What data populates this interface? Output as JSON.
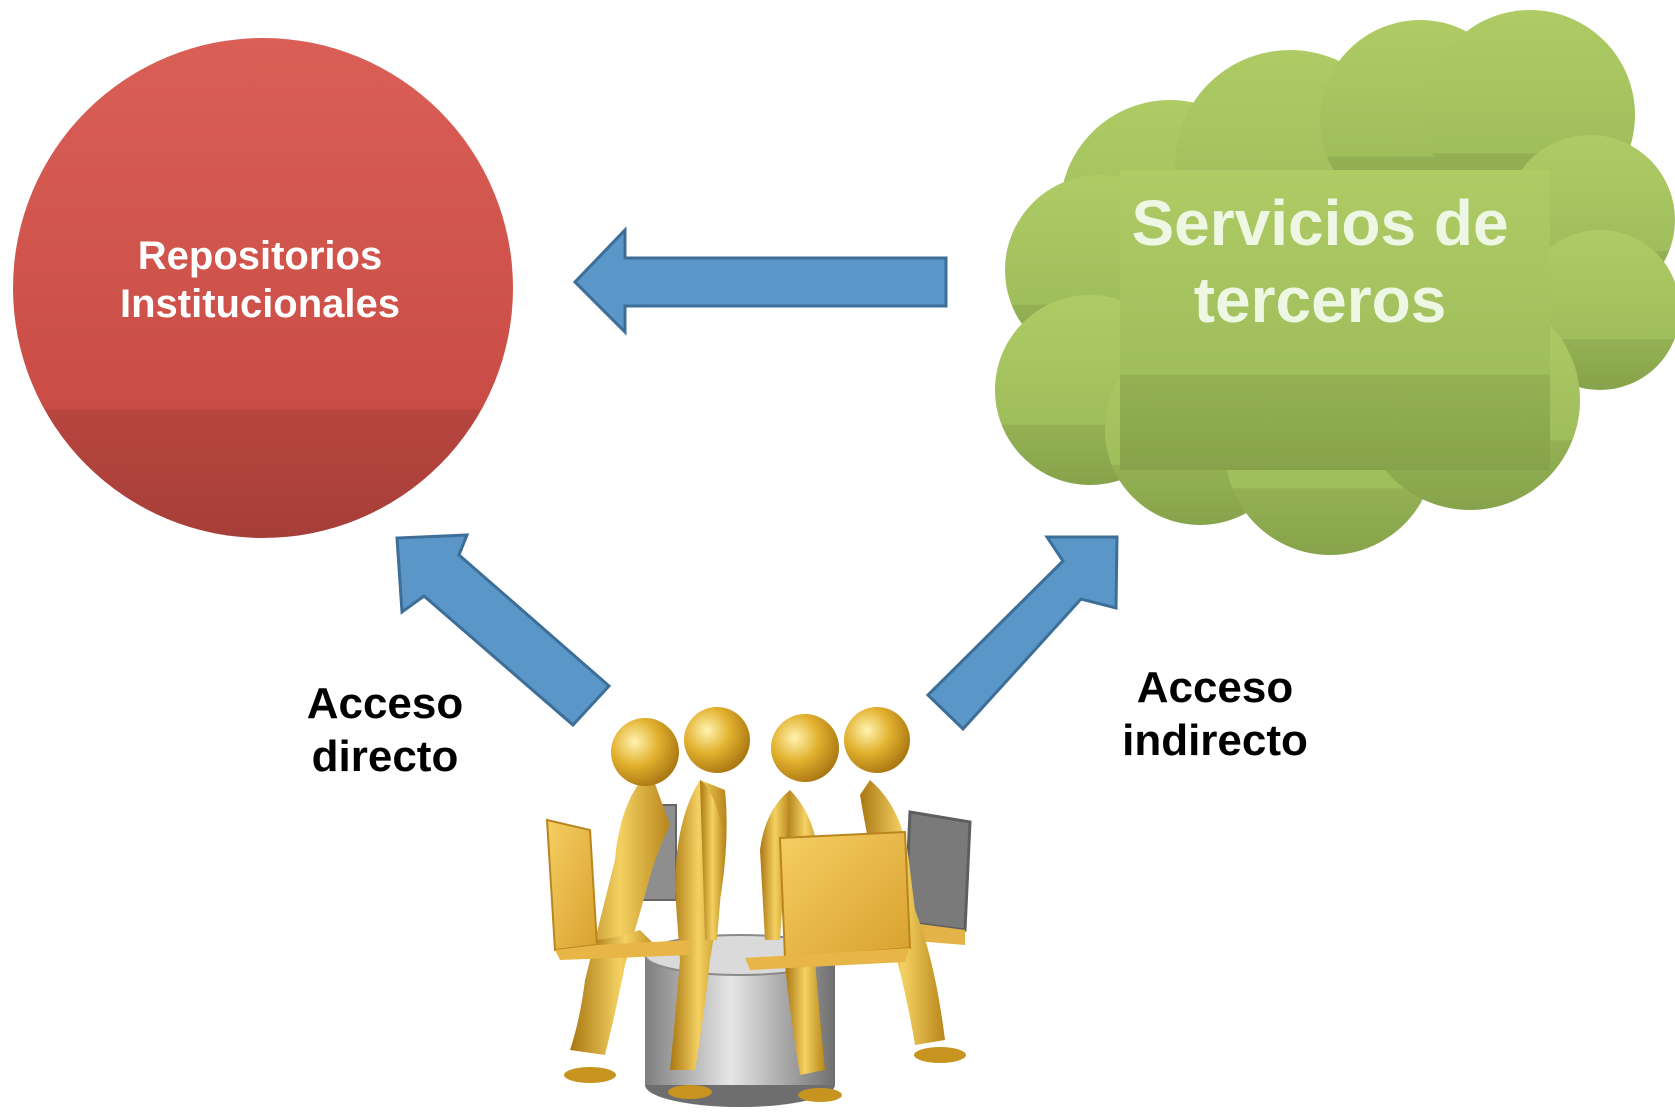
{
  "nodes": {
    "repositories": {
      "label_line1": "Repositorios",
      "label_line2": "Institucionales",
      "color": "#D0524B"
    },
    "third_party": {
      "label_line1": "Servicios de",
      "label_line2": "terceros",
      "color": "#9BB85A"
    }
  },
  "edges": {
    "direct": {
      "label_line1": "Acceso",
      "label_line2": "directo"
    },
    "indirect": {
      "label_line1": "Acceso",
      "label_line2": "indirecto"
    }
  },
  "colors": {
    "arrow": "#5A97C8",
    "arrow_stroke": "#3C6E98",
    "figure": "#D9A928"
  },
  "icons": {
    "users": "group-of-users-with-laptops-icon"
  }
}
